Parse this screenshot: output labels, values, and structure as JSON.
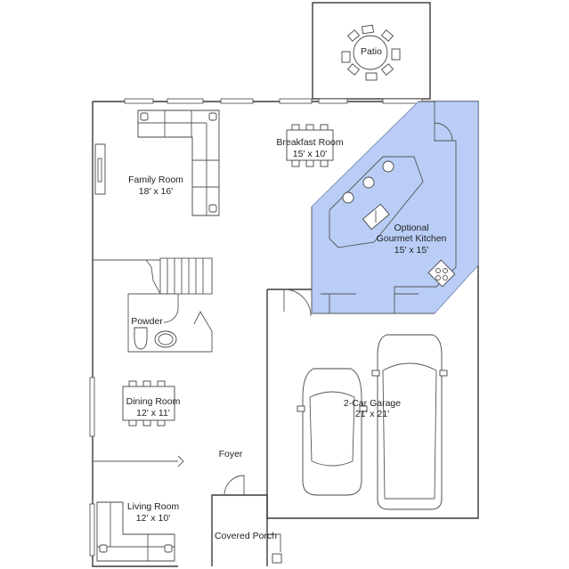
{
  "rooms": [
    {
      "id": "patio",
      "name": "Patio",
      "size": ""
    },
    {
      "id": "breakfast",
      "name": "Breakfast Room",
      "size": "15' x 10'"
    },
    {
      "id": "family",
      "name": "Family Room",
      "size": "18' x 16'"
    },
    {
      "id": "kitchen",
      "name": "Optional\nGourmet Kitchen",
      "size": "15' x 15'"
    },
    {
      "id": "powder",
      "name": "Powder",
      "size": ""
    },
    {
      "id": "dining",
      "name": "Dining Room",
      "size": "12' x 11'"
    },
    {
      "id": "garage",
      "name": "2-Car Garage",
      "size": "21' x 21'"
    },
    {
      "id": "foyer",
      "name": "Foyer",
      "size": ""
    },
    {
      "id": "living",
      "name": "Living Room",
      "size": "12' x 10'"
    },
    {
      "id": "porch",
      "name": "Covered Porch",
      "size": ""
    }
  ],
  "colors": {
    "kitchen_fill": "#b9cdf6",
    "wall": "#3a3a3a"
  }
}
